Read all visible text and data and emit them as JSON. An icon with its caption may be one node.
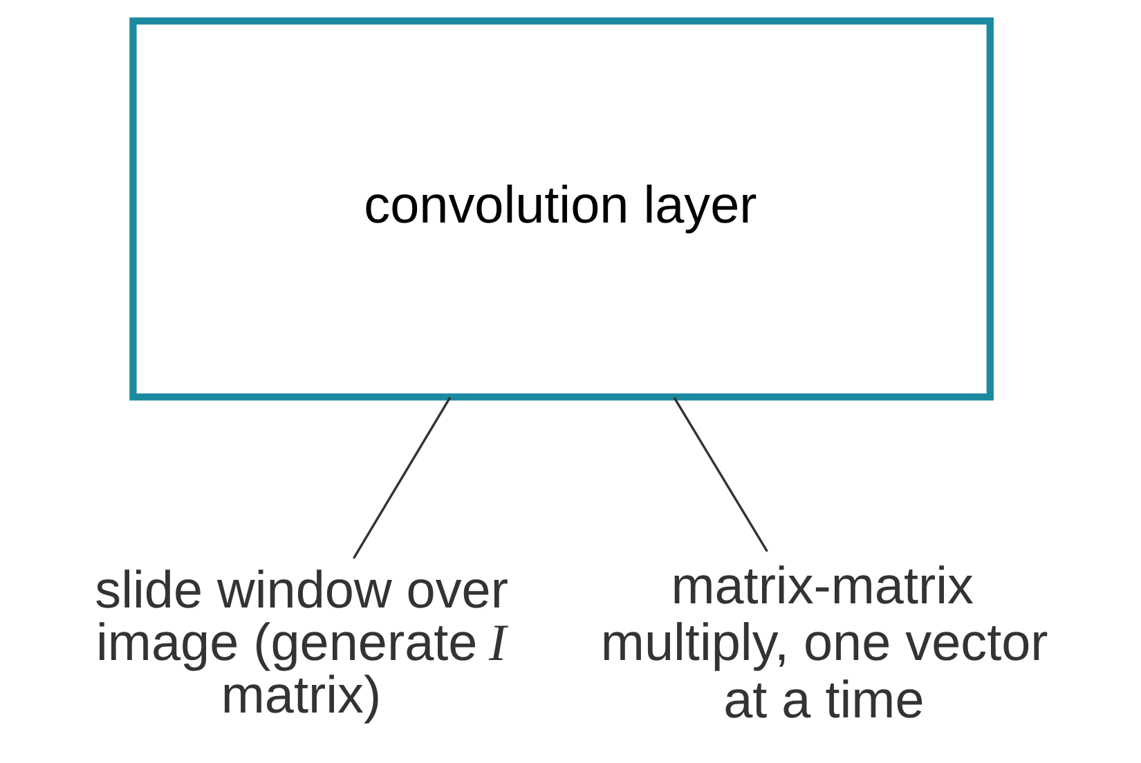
{
  "diagram": {
    "nodes": [
      {
        "text": [
          "convolution layer"
        ]
      },
      {
        "text": [
          "slide window over image (generate *I* matrix)"
        ]
      },
      {
        "text": [
          "matrix-matrix multiply, one vector at a time"
        ]
      }
    ],
    "edges": [
      {
        "from": 0,
        "to": 1,
        "arrow": "none"
      },
      {
        "from": 0,
        "to": 2,
        "arrow": "none"
      }
    ]
  }
}
